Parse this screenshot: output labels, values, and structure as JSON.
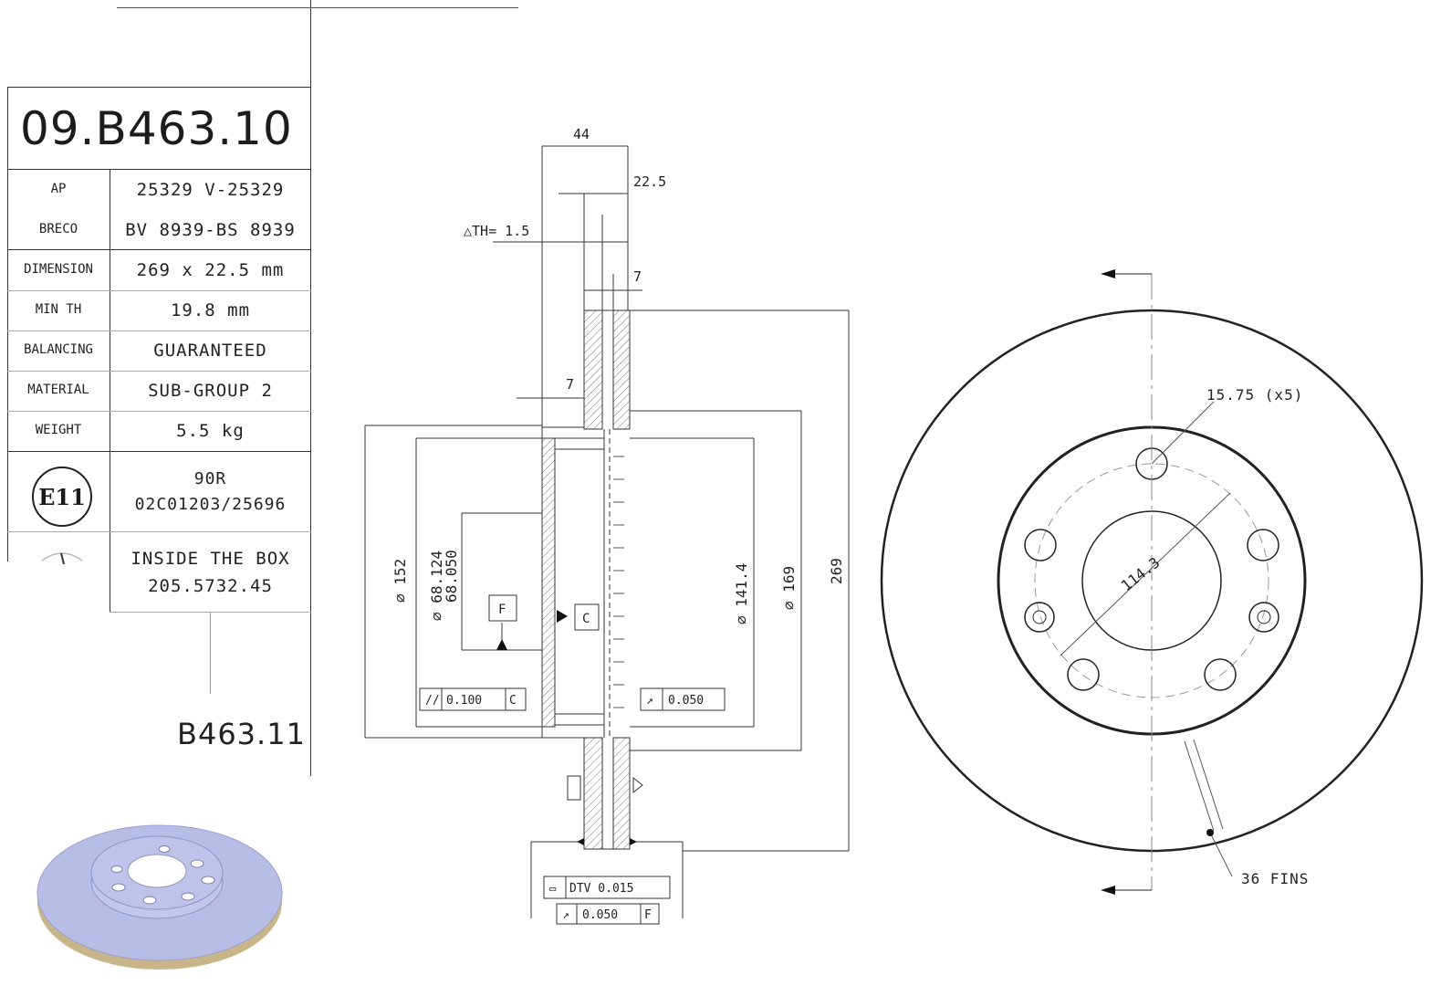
{
  "part_number": "09.B463.10",
  "alt_part_number": "B463.11",
  "specs": [
    {
      "label": "AP",
      "value": "25329 V-25329"
    },
    {
      "label": "BRECO",
      "value": "BV 8939-BS 8939"
    },
    {
      "label": "DIMENSION",
      "value": "269 x 22.5 mm"
    },
    {
      "label": "MIN TH",
      "value": "19.8 mm"
    },
    {
      "label": "BALANCING",
      "value": "GUARANTEED"
    },
    {
      "label": "MATERIAL",
      "value": "SUB-GROUP 2"
    },
    {
      "label": "WEIGHT",
      "value": "5.5 kg"
    }
  ],
  "homologation": {
    "badge": "E11",
    "regulation": "90R",
    "code": "02C01203/25696"
  },
  "packaging": {
    "line1": "INSIDE THE BOX",
    "line2": "205.5732.45"
  },
  "section_dims": {
    "width_total": "44",
    "thickness": "22.5",
    "th_var": "△TH= 1.5",
    "top_gap": "7",
    "hat_offset": "7",
    "d_outer_left": "∅ 152",
    "d_center_1": "∅ 68.124",
    "d_center_2": "68.050",
    "d_inner": "∅ 141.4",
    "d_mid": "∅ 169",
    "d_outer": "269",
    "datum_f": "F",
    "datum_c": "C",
    "tol_parallel": "0.100",
    "tol_parallel_ref": "C",
    "tol_runout": "0.050",
    "dtv": "DTV 0.015",
    "tol_bottom": "0.050",
    "tol_bottom_ref": "F"
  },
  "front_view": {
    "hole_label": "15.75 (x5)",
    "pcd": "114.3",
    "fins": "36 FINS"
  },
  "colors": {
    "line": "#333333",
    "render": "#b8bde6",
    "render_edge": "#c9b58a"
  }
}
